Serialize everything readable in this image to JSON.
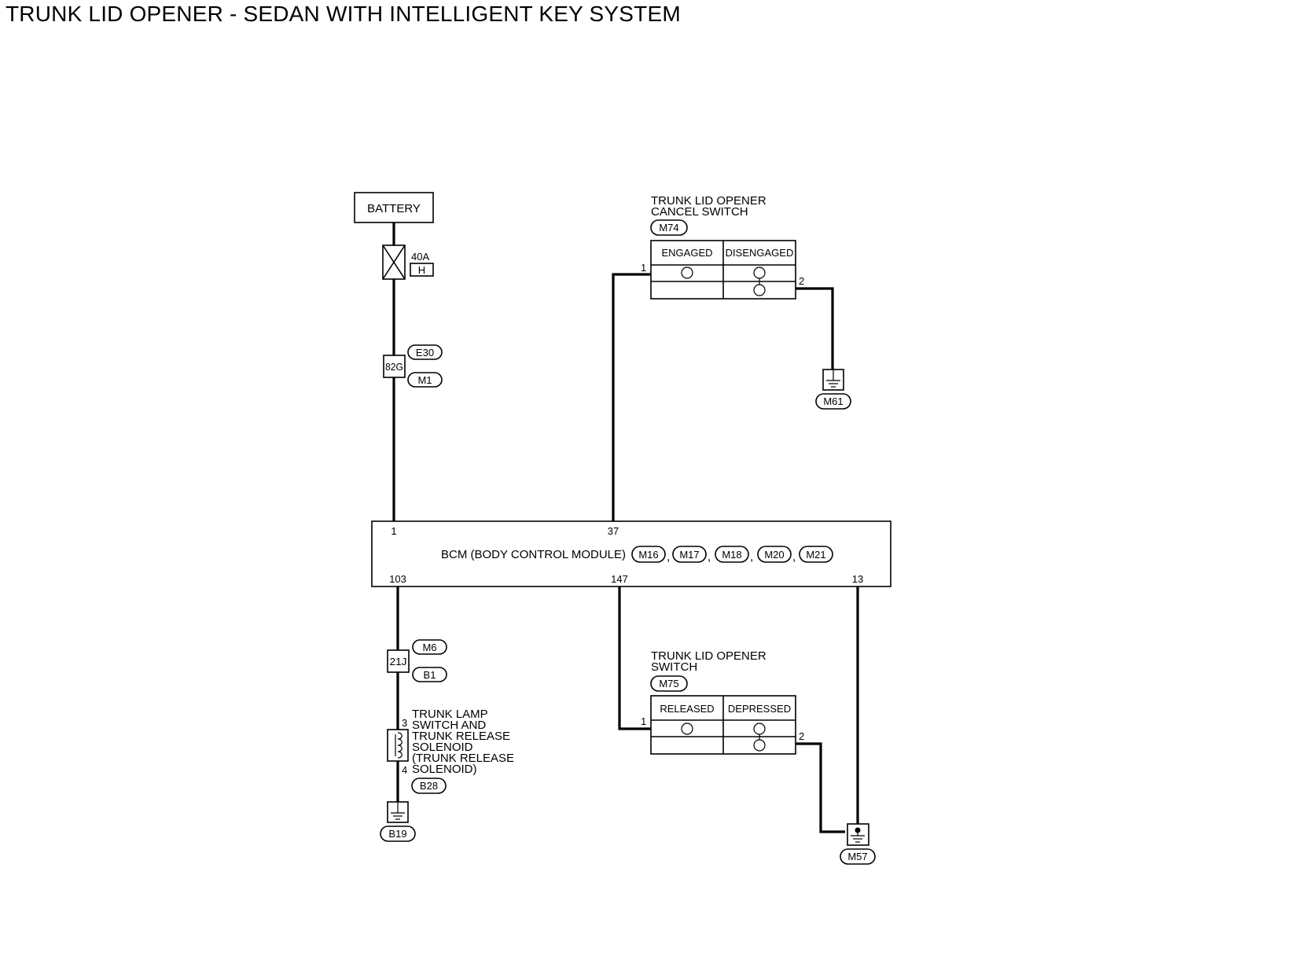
{
  "title": "TRUNK LID OPENER - SEDAN WITH INTELLIGENT KEY SYSTEM",
  "battery": {
    "label": "BATTERY"
  },
  "fuse": {
    "rating": "40A",
    "location": "H"
  },
  "joint_82g": {
    "label": "82G",
    "connectors": [
      "E30",
      "M1"
    ]
  },
  "bcm": {
    "label": "BCM (BODY CONTROL MODULE)",
    "connectors": [
      "M16",
      "M17",
      "M18",
      "M20",
      "M21"
    ],
    "separator": ",",
    "pins": {
      "top_left": "1",
      "top_mid": "37",
      "bottom_left": "103",
      "bottom_mid": "147",
      "bottom_right": "13"
    }
  },
  "cancel_switch": {
    "name_line1": "TRUNK LID OPENER",
    "name_line2": "CANCEL SWITCH",
    "connector": "M74",
    "col1": "ENGAGED",
    "col2": "DISENGAGED",
    "pin_in": "1",
    "pin_out": "2",
    "ground": "M61"
  },
  "opener_switch": {
    "name_line1": "TRUNK LID OPENER",
    "name_line2": "SWITCH",
    "connector": "M75",
    "col1": "RELEASED",
    "col2": "DEPRESSED",
    "pin_in": "1",
    "pin_out": "2",
    "ground": "M57"
  },
  "joint_21j": {
    "label": "21J",
    "connectors": [
      "M6",
      "B1"
    ]
  },
  "solenoid": {
    "lines": [
      "TRUNK LAMP",
      "SWITCH AND",
      "TRUNK RELEASE",
      "SOLENOID",
      "(TRUNK RELEASE",
      "SOLENOID)"
    ],
    "pin_top": "3",
    "pin_bottom": "4",
    "connector": "B28",
    "ground": "B19"
  }
}
